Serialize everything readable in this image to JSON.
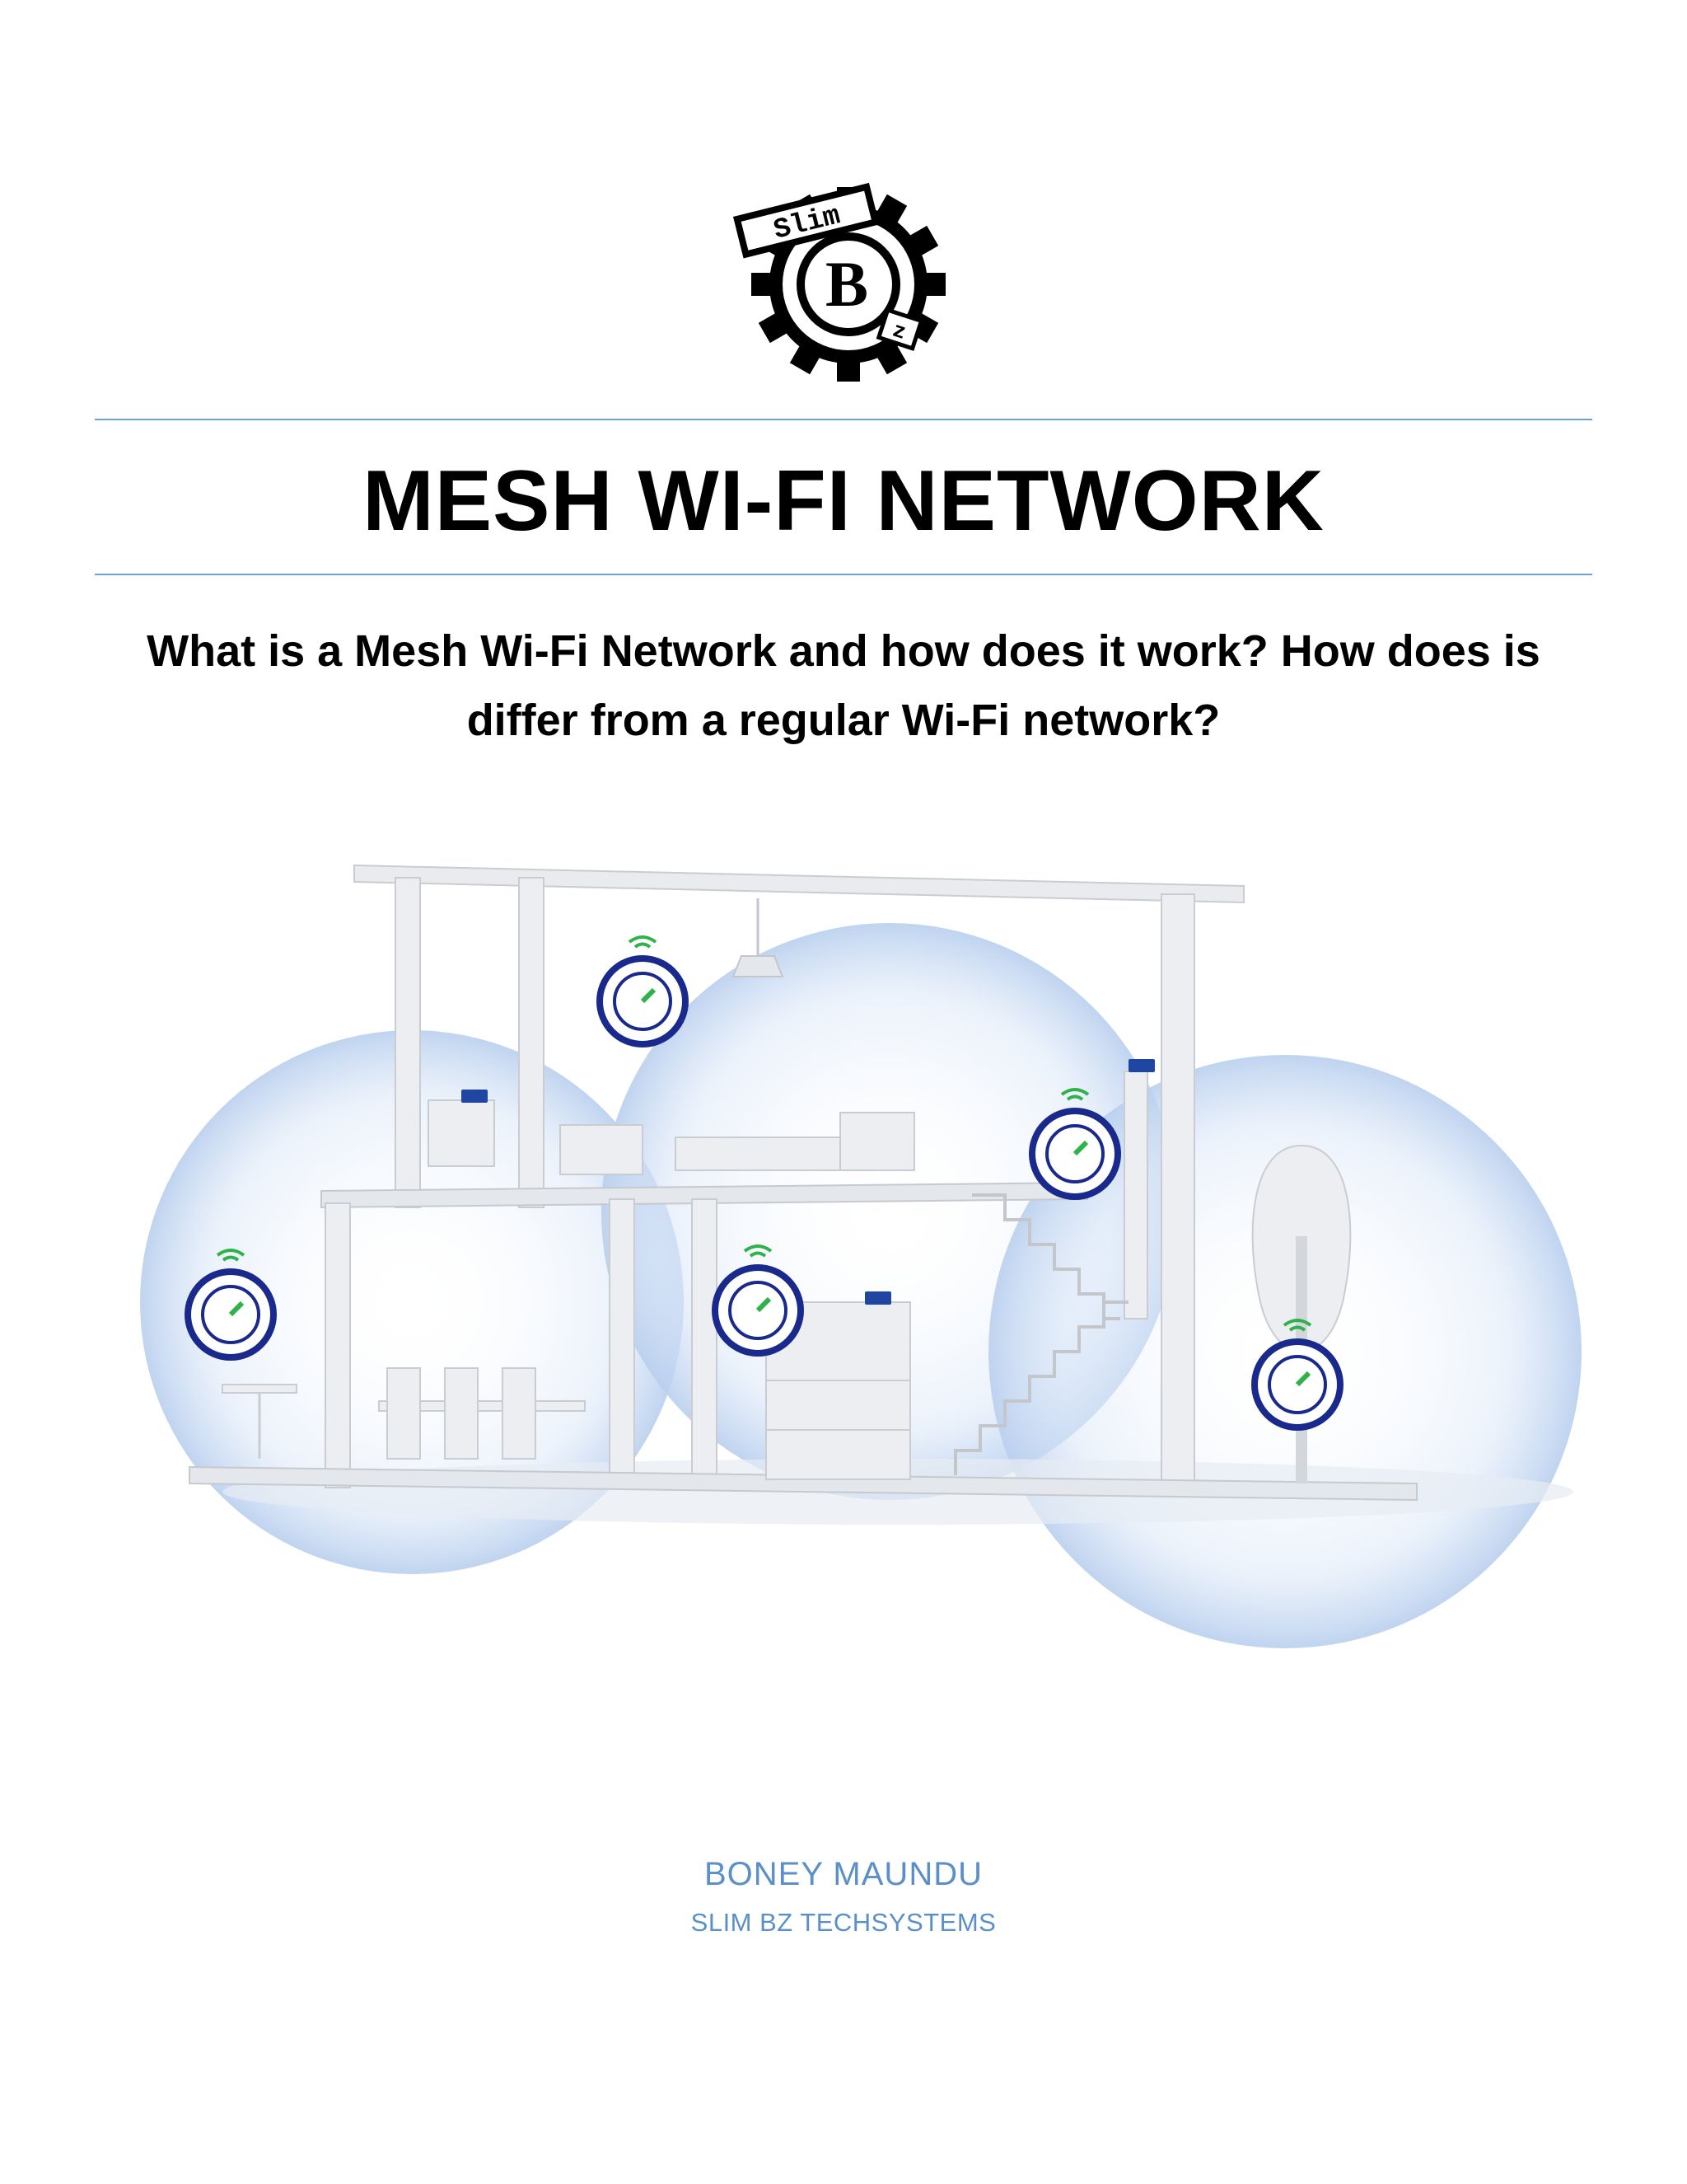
{
  "logo": {
    "icon": "slim-bz-gear-logo",
    "tag_text": "Slim",
    "letter": "B",
    "small_text": "z"
  },
  "title": "MESH WI-FI NETWORK",
  "subtitle": "What is a Mesh Wi-Fi Network and how does it work?  How does is differ from a regular Wi-Fi network?",
  "illustration": {
    "icon": "mesh-wifi-house-illustration",
    "node_icon": "wifi-speed-gauge-icon",
    "router_icon": "router-icon"
  },
  "author": "BONEY MAUNDU",
  "company": "SLIM BZ TECHSYSTEMS",
  "colors": {
    "rule": "#6f9fd5",
    "author_text": "#5b8fc9",
    "coverage_bubble": "#cfe0f5",
    "node_ring": "#1a2a8c",
    "signal_green": "#2fb24a"
  }
}
